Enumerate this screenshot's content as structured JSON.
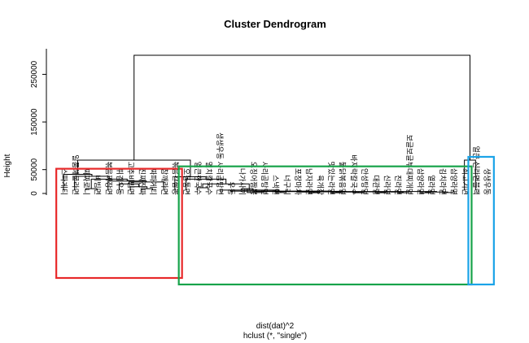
{
  "chart_data": {
    "type": "dendrogram",
    "title": "Cluster Dendrogram",
    "xlabel": "dist(dat)^2",
    "sublabel": "hclust (*, \"single\")",
    "ylabel": "Height",
    "yticks": [
      0,
      50000,
      150000,
      250000
    ],
    "ylim": [
      0,
      290000
    ],
    "leaves": [
      "스파게티",
      "일품해물라면",
      "짜짜로니",
      "비빔면",
      "볶음짜장면",
      "튀김우동",
      "고추비빔면",
      "진짜진짜",
      "짜파게티",
      "참깨라면",
      "볶음간짬뽕",
      "오동통면",
      "얼큰한국수",
      "멸치칼국수",
      "생생우동 사리곰탕면",
      "우동",
      "나가사끼",
      "오징어짬뽕",
      "사리곰탕면",
      "스낵면",
      "너구리",
      "포장마차",
      "남자라면",
      "육개장",
      "맛있는라면",
      "불닭볶음면",
      "바지락칼국수",
      "안성탕면",
      "대관령",
      "신라면",
      "진라면",
      "보글보글부대찌개면",
      "삼양라면",
      "열라면",
      "김치라면",
      "삼양라면",
      "쇠고기면",
      "얼큰 신라면블랙",
      "생생우동"
    ],
    "merges": [
      {
        "a": "L3",
        "b": "L4",
        "height": 10000
      },
      {
        "a": "L8",
        "b": "L9",
        "height": 10000
      },
      {
        "a": "L17",
        "b": "L18",
        "height": 10000
      },
      {
        "a": "L20",
        "b": "L21",
        "height": 2000
      },
      {
        "a": "L23",
        "b": "L24",
        "height": 1500
      },
      {
        "a": "L25",
        "b": "L26",
        "height": 1500
      },
      {
        "a": "L27",
        "b": "L28",
        "height": 1500
      },
      {
        "a": "L29",
        "b": "L30",
        "height": 1500
      },
      {
        "a": "L31",
        "b": "L32",
        "height": 1500
      },
      {
        "a": "L33",
        "b": "L34",
        "height": 1500
      },
      {
        "a": "L35",
        "b": "L36",
        "height": 2000
      },
      {
        "a": "L37",
        "b": "L38",
        "height": 70000
      },
      {
        "a": "M3",
        "b": "L19",
        "height": 2000
      },
      {
        "a": "L22",
        "b": "M5",
        "height": 3000
      },
      {
        "a": "M6",
        "b": "M7",
        "height": 3000
      },
      {
        "a": "M8",
        "b": "M9",
        "height": 3000
      },
      {
        "a": "M10",
        "b": "M11",
        "height": 3000
      },
      {
        "a": "M15",
        "b": "M16",
        "height": 3500
      },
      {
        "a": "M14",
        "b": "M18",
        "height": 3500
      },
      {
        "a": "M4",
        "b": "M19",
        "height": 4000
      },
      {
        "a": "M17",
        "b": "M13",
        "height": 4000
      },
      {
        "a": "M20",
        "b": "M21",
        "height": 4500
      },
      {
        "a": "L16",
        "b": "M22",
        "height": 5000
      },
      {
        "a": "L15",
        "b": "M23",
        "height": 7000
      },
      {
        "a": "L13",
        "b": "L14",
        "height": 12000
      },
      {
        "a": "M24",
        "b": "M25",
        "height": 20000
      },
      {
        "a": "L12",
        "b": "M26",
        "height": 30000
      },
      {
        "a": "L11",
        "b": "M27",
        "height": 35000
      },
      {
        "a": "L7",
        "b": "M2",
        "height": 14000
      },
      {
        "a": "L6",
        "b": "M29",
        "height": 20000
      },
      {
        "a": "L10",
        "b": "M30",
        "height": 24000
      },
      {
        "a": "L5",
        "b": "M31",
        "height": 26000
      },
      {
        "a": "M1",
        "b": "M32",
        "height": 30000
      },
      {
        "a": "L2",
        "b": "M33",
        "height": 36000
      },
      {
        "a": "L1",
        "b": "M34",
        "height": 40000
      },
      {
        "a": "M35",
        "b": "M28",
        "height": 70000
      },
      {
        "a": "M36",
        "b": "M12",
        "height": 290000
      }
    ],
    "clusters": [
      {
        "color": "#e8292a",
        "first_leaf": 1,
        "last_leaf": 11
      },
      {
        "color": "#17a34a",
        "first_leaf": 12,
        "last_leaf": 37
      },
      {
        "color": "#1aa3e8",
        "first_leaf": 38,
        "last_leaf": 39
      }
    ]
  }
}
